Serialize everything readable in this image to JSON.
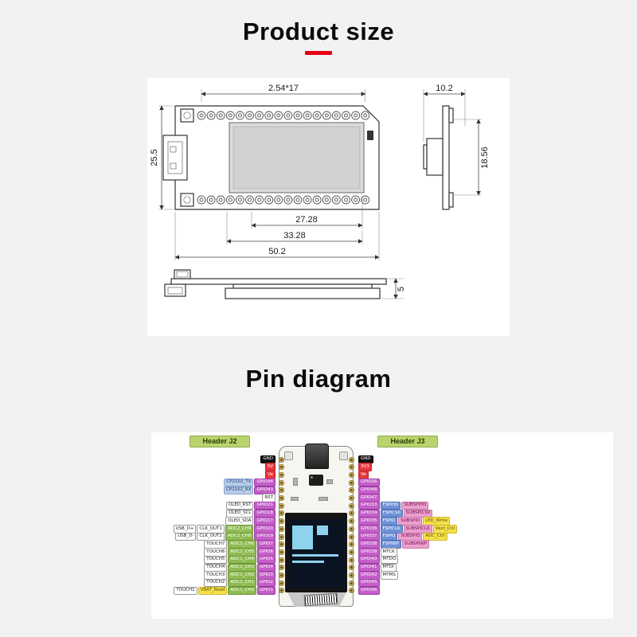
{
  "sections": {
    "product_size": {
      "title": "Product size",
      "dimensions": {
        "pin_pitch": "2.54*17",
        "board_height": "25.5",
        "oled_width": "27.28",
        "inner_width": "33.28",
        "board_width": "50.2",
        "side_width": "10.2",
        "side_height": "18.56",
        "thickness": "5"
      }
    },
    "pin_diagram": {
      "title": "Pin diagram",
      "header_j2": "Header J2",
      "header_j3": "Header J3",
      "left_rows": [
        [
          {
            "t": "gnd",
            "l": "GND"
          }
        ],
        [
          {
            "t": "pwr",
            "l": "5V"
          }
        ],
        [
          {
            "t": "pwr",
            "l": "Ve"
          }
        ],
        [
          {
            "t": "cp",
            "l": "CP2102_TX"
          },
          {
            "t": "gpio",
            "l": "GPIO44"
          }
        ],
        [
          {
            "t": "cp",
            "l": "CP2102_RX"
          },
          {
            "t": "gpio",
            "l": "GPIO43"
          }
        ],
        [
          {
            "t": "tch",
            "l": "RST"
          }
        ],
        [
          {
            "t": "tch",
            "l": "OLED_RST"
          },
          {
            "t": "gpio",
            "l": "GPIO21"
          }
        ],
        [
          {
            "t": "tch",
            "l": "OLED_SCL"
          },
          {
            "t": "gpio",
            "l": "GPIO18"
          }
        ],
        [
          {
            "t": "tch",
            "l": "OLED_SDA"
          },
          {
            "t": "gpio",
            "l": "GPIO17"
          }
        ],
        [
          {
            "t": "tch",
            "l": "USB_D+"
          },
          {
            "t": "tch",
            "l": "CLK_OUT1"
          },
          {
            "t": "adc",
            "l": "ADC2_CH9"
          },
          {
            "t": "gpio",
            "l": "GPIO20"
          }
        ],
        [
          {
            "t": "tch",
            "l": "USB_D-"
          },
          {
            "t": "tch",
            "l": "CLK_OUT2"
          },
          {
            "t": "adc",
            "l": "ADC2_CH8"
          },
          {
            "t": "gpio",
            "l": "GPIO19"
          }
        ],
        [
          {
            "t": "tch",
            "l": "TOUCH7"
          },
          {
            "t": "adc",
            "l": "ADC1_CH6"
          },
          {
            "t": "gpio",
            "l": "GPIO7"
          }
        ],
        [
          {
            "t": "tch",
            "l": "TOUCH6"
          },
          {
            "t": "adc",
            "l": "ADC1_CH5"
          },
          {
            "t": "gpio",
            "l": "GPIO6"
          }
        ],
        [
          {
            "t": "tch",
            "l": "TOUCH5"
          },
          {
            "t": "adc",
            "l": "ADC1_CH4"
          },
          {
            "t": "gpio",
            "l": "GPIO5"
          }
        ],
        [
          {
            "t": "tch",
            "l": "TOUCH4"
          },
          {
            "t": "adc",
            "l": "ADC1_CH3"
          },
          {
            "t": "gpio",
            "l": "GPIO4"
          }
        ],
        [
          {
            "t": "tch",
            "l": "TOUCH3"
          },
          {
            "t": "adc",
            "l": "ADC1_CH2"
          },
          {
            "t": "gpio",
            "l": "GPIO3"
          }
        ],
        [
          {
            "t": "tch",
            "l": "TOUCH2"
          },
          {
            "t": "adc",
            "l": "ADC1_CH1"
          },
          {
            "t": "gpio",
            "l": "GPIO2"
          }
        ],
        [
          {
            "t": "tch",
            "l": "TOUCH1"
          },
          {
            "t": "note",
            "l": "VBAT_Read"
          },
          {
            "t": "adc",
            "l": "ADC1_CH0"
          },
          {
            "t": "gpio",
            "l": "GPIO1"
          }
        ]
      ],
      "right_rows": [
        [
          {
            "t": "gnd",
            "l": "GND"
          }
        ],
        [
          {
            "t": "pwr",
            "l": "3V3"
          }
        ],
        [
          {
            "t": "pwr",
            "l": "Ve"
          }
        ],
        [
          {
            "t": "gpio",
            "l": "GPIO26"
          }
        ],
        [
          {
            "t": "gpio",
            "l": "GPIO48"
          }
        ],
        [
          {
            "t": "gpio",
            "l": "GPIO47"
          }
        ],
        [
          {
            "t": "gpio",
            "l": "GPIO33"
          },
          {
            "t": "fn",
            "l": "FSPIHD"
          },
          {
            "t": "sub",
            "l": "SUBSPIHD"
          }
        ],
        [
          {
            "t": "gpio",
            "l": "GPIO34"
          },
          {
            "t": "fn",
            "l": "FSPICS0"
          },
          {
            "t": "sub",
            "l": "SUBSPICS0"
          }
        ],
        [
          {
            "t": "gpio",
            "l": "GPIO35"
          },
          {
            "t": "fn",
            "l": "FSPID"
          },
          {
            "t": "sub",
            "l": "SUBSPID"
          },
          {
            "t": "note",
            "l": "LED_Write"
          }
        ],
        [
          {
            "t": "gpio",
            "l": "GPIO36"
          },
          {
            "t": "fn",
            "l": "FSPICLK"
          },
          {
            "t": "sub",
            "l": "SUBSPICLK"
          },
          {
            "t": "note",
            "l": "Vext_Ctrl"
          }
        ],
        [
          {
            "t": "gpio",
            "l": "GPIO37"
          },
          {
            "t": "fn",
            "l": "FSPIQ"
          },
          {
            "t": "sub",
            "l": "SUBSPIQ"
          },
          {
            "t": "note",
            "l": "ADC_Ctrl"
          }
        ],
        [
          {
            "t": "gpio",
            "l": "GPIO38"
          },
          {
            "t": "fn",
            "l": "FSPIWP"
          },
          {
            "t": "sub",
            "l": "SUBSPIWP"
          }
        ],
        [
          {
            "t": "gpio",
            "l": "GPIO39"
          },
          {
            "t": "tch",
            "l": "MTCK"
          }
        ],
        [
          {
            "t": "gpio",
            "l": "GPIO40"
          },
          {
            "t": "tch",
            "l": "MTDO"
          }
        ],
        [
          {
            "t": "gpio",
            "l": "GPIO41"
          },
          {
            "t": "tch",
            "l": "MTDI"
          }
        ],
        [
          {
            "t": "gpio",
            "l": "GPIO42"
          },
          {
            "t": "tch",
            "l": "MTMS"
          }
        ],
        [
          {
            "t": "gpio",
            "l": "GPIO45"
          }
        ],
        [
          {
            "t": "gpio",
            "l": "GPIO46"
          }
        ]
      ]
    }
  },
  "colors": {
    "accent_red": "#e60012",
    "badge_green": "#b9d36e",
    "gpio_purple": "#c45ec9",
    "power_red": "#e8363d",
    "adc_green": "#8fbb52",
    "fspi_blue": "#6f92d6",
    "subspi_pink": "#eba0cd",
    "note_yellow": "#f6e14c",
    "gnd_black": "#111111"
  }
}
